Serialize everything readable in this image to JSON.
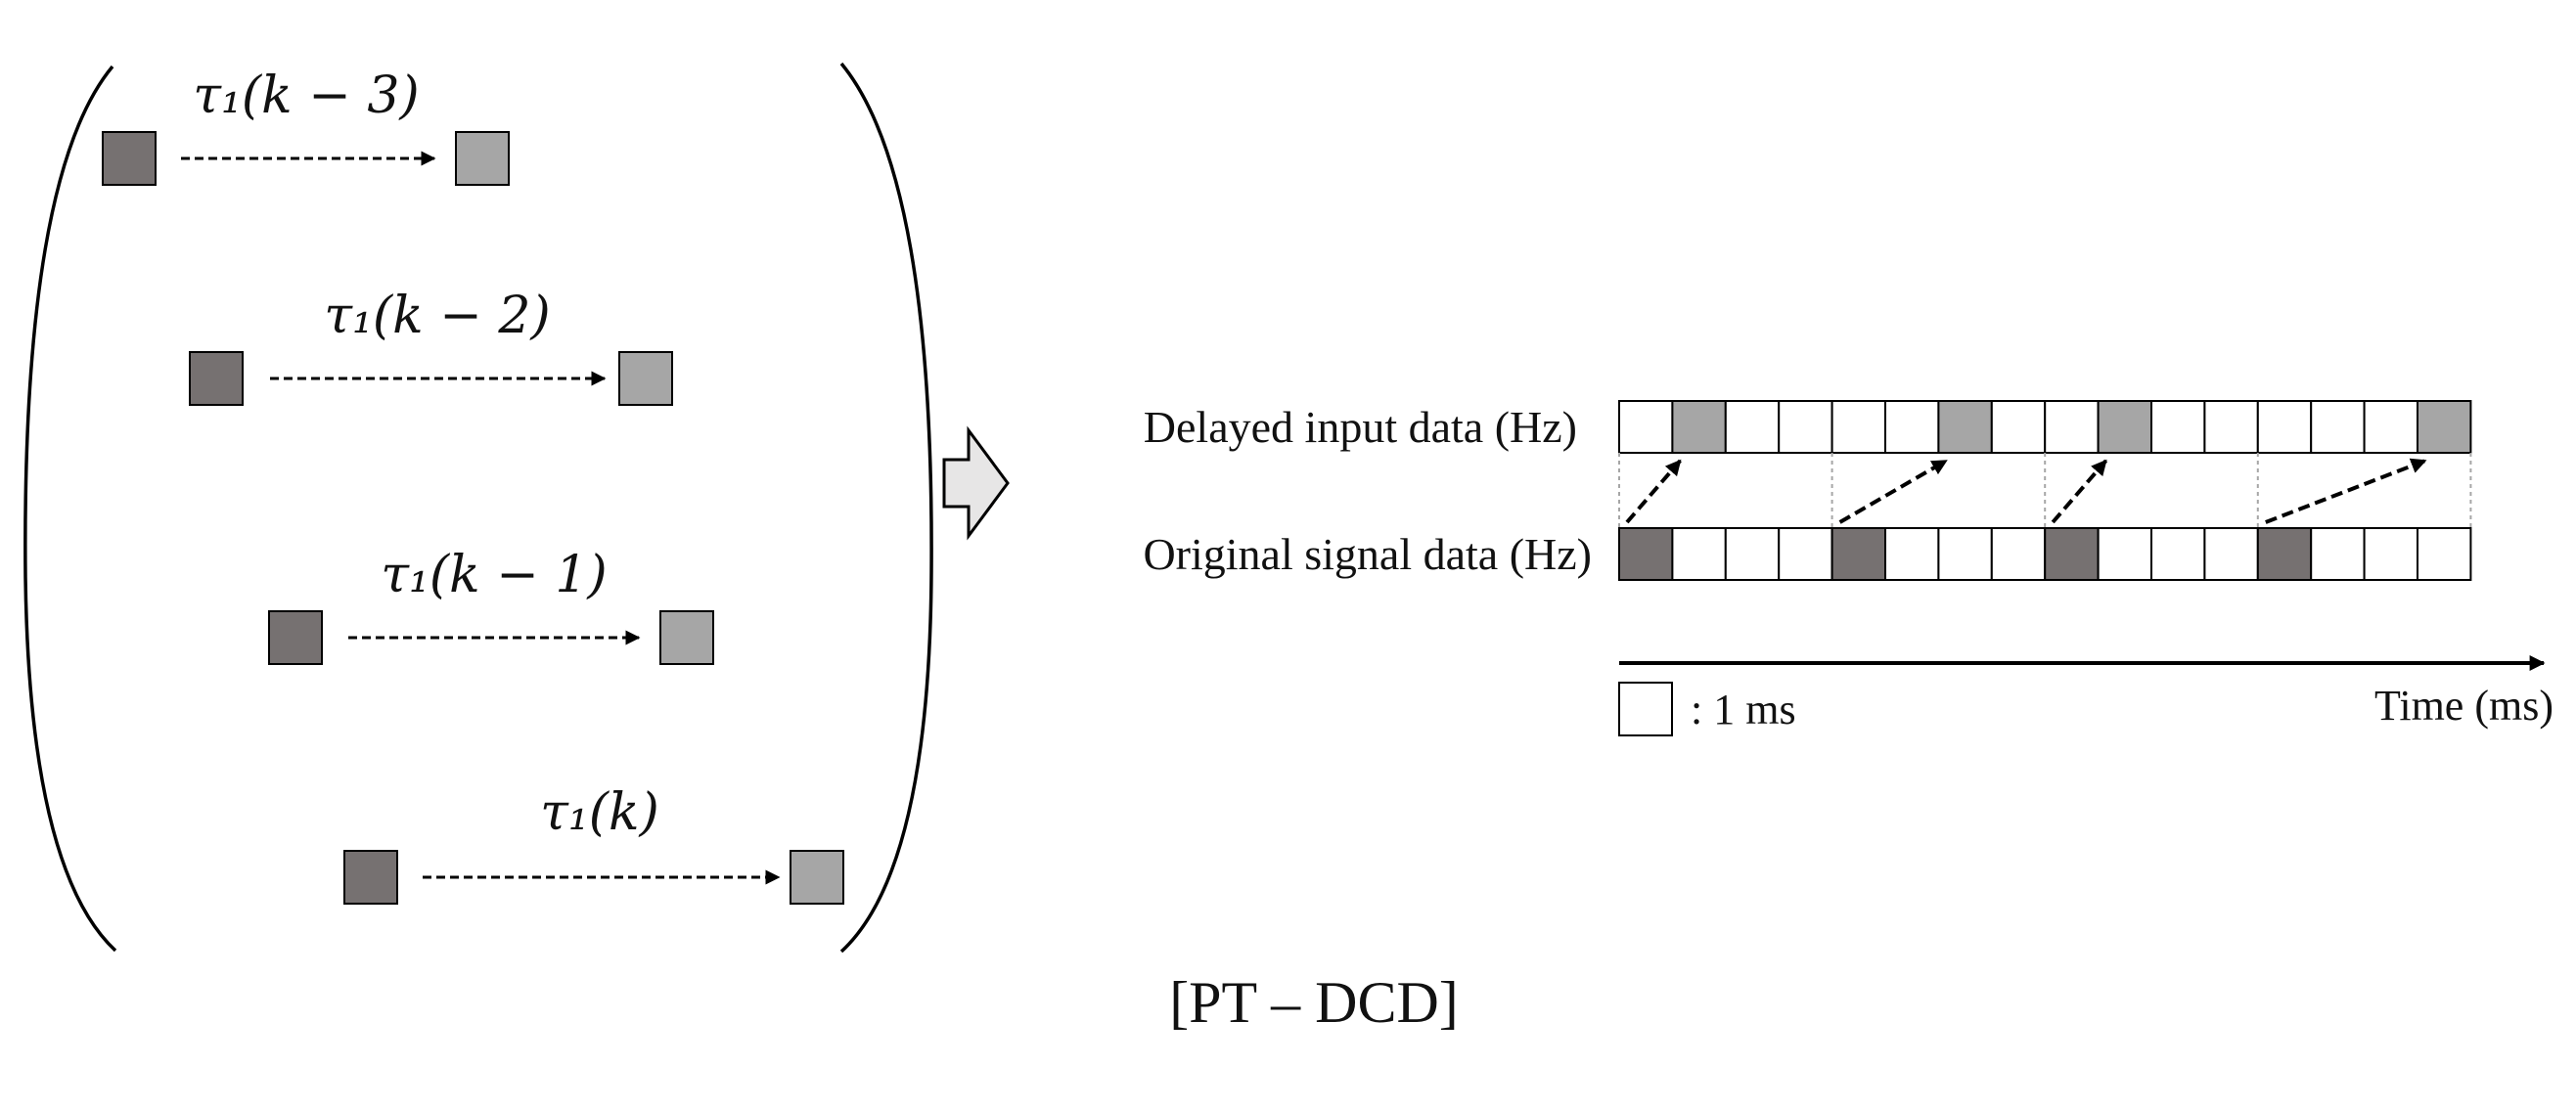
{
  "colors": {
    "source_block": "#767171",
    "delayed_block": "#a6a6a6",
    "line": "#000000",
    "guide": "#a6a6a6",
    "arrow_head_fill": "#e7e6e6"
  },
  "matrix": {
    "rows": [
      {
        "label": "τ₁(k − 3)"
      },
      {
        "label": "τ₁(k − 2)"
      },
      {
        "label": "τ₁(k − 1)"
      },
      {
        "label": "τ₁(k)"
      }
    ]
  },
  "timeline": {
    "top_label": "Delayed input data (Hz)",
    "bottom_label": "Original signal data (Hz)",
    "cell_count": 16,
    "original_filled": [
      0,
      4,
      8,
      12
    ],
    "delayed_filled": [
      1,
      6,
      9,
      15
    ],
    "legend_text": ": 1 ms",
    "axis_label": "Time (ms)"
  },
  "caption": "[PT – DCD]",
  "icons": {
    "transform": "right-block-arrow-icon"
  }
}
